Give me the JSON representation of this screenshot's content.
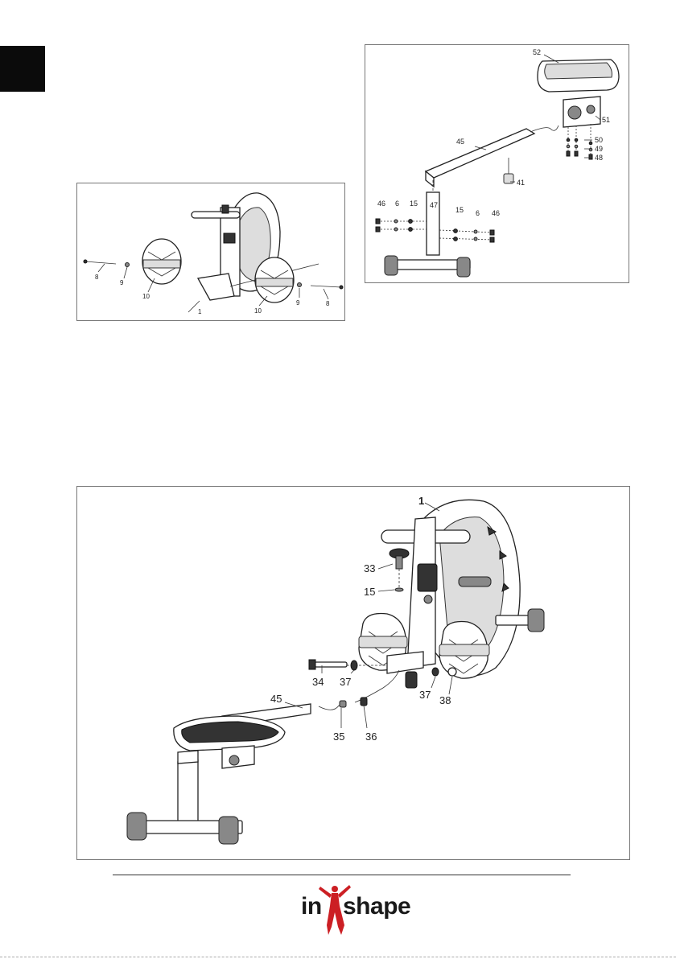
{
  "brand": {
    "logo_left": "in",
    "logo_right": "shape",
    "accent": "#cc1f24"
  },
  "figure_a": {
    "labels": {
      "p8": "8",
      "p9": "9",
      "p10": "10",
      "p1": "1"
    }
  },
  "figure_b": {
    "labels": {
      "p52": "52",
      "p51": "51",
      "p45": "45",
      "p50": "50",
      "p49": "49",
      "p48": "48",
      "p41": "41",
      "p46": "46",
      "p6": "6",
      "p15": "15",
      "p47": "47"
    }
  },
  "figure_c": {
    "labels": {
      "p1": "1",
      "p33": "33",
      "p15": "15",
      "p34": "34",
      "p37": "37",
      "p38": "38",
      "p45": "45",
      "p35": "35",
      "p36": "36"
    }
  }
}
